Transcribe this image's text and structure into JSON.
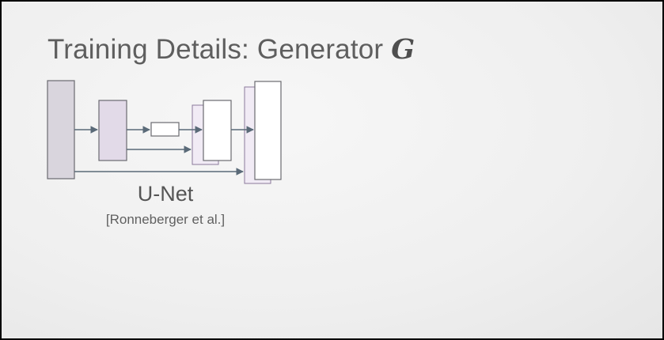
{
  "slide": {
    "title_text": "Training Details: Generator",
    "title_variable": "G",
    "diagram_label": "U-Net",
    "citation": "[Ronneberger et al.]"
  }
}
